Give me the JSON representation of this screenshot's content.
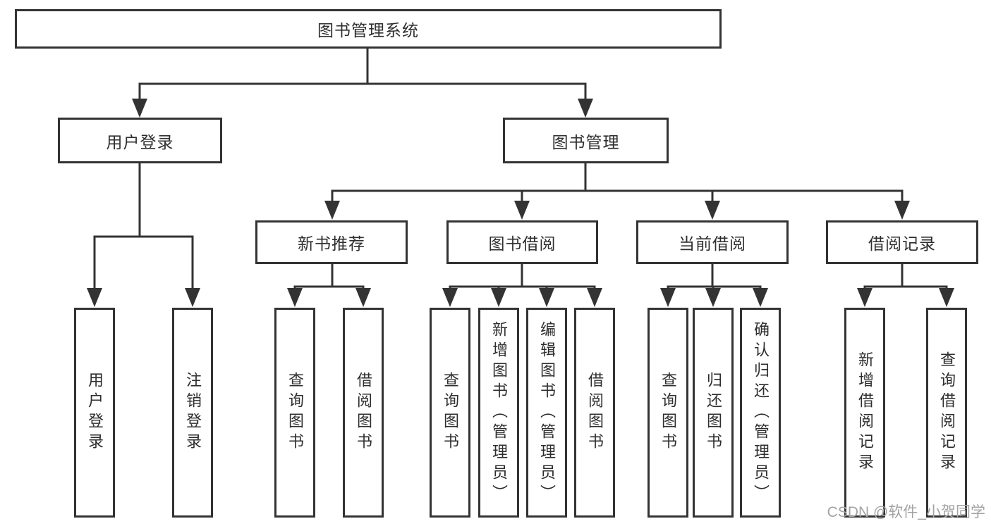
{
  "diagram": {
    "root": {
      "label": "图书管理系统"
    },
    "branches": [
      {
        "label": "用户登录",
        "children": [
          {
            "label": "用户登录"
          },
          {
            "label": "注销登录"
          }
        ]
      },
      {
        "label": "图书管理",
        "children": [
          {
            "label": "新书推荐",
            "children": [
              {
                "label": "查询图书"
              },
              {
                "label": "借阅图书"
              }
            ]
          },
          {
            "label": "图书借阅",
            "children": [
              {
                "label": "查询图书"
              },
              {
                "label": "新增图书（管理员）"
              },
              {
                "label": "编辑图书（管理员）"
              },
              {
                "label": "借阅图书"
              }
            ]
          },
          {
            "label": "当前借阅",
            "children": [
              {
                "label": "查询图书"
              },
              {
                "label": "归还图书"
              },
              {
                "label": "确认归还（管理员）"
              }
            ]
          },
          {
            "label": "借阅记录",
            "children": [
              {
                "label": "新增借阅记录"
              },
              {
                "label": "查询借阅记录"
              }
            ]
          }
        ]
      }
    ]
  },
  "watermark": {
    "text": "CSDN @软件_小贺同学"
  },
  "colors": {
    "line": "#333333",
    "box_bg": "#ffffff",
    "text": "#2e2e2e",
    "watermark": "#a3a3a3",
    "canvas_bg": "#ffffff"
  }
}
